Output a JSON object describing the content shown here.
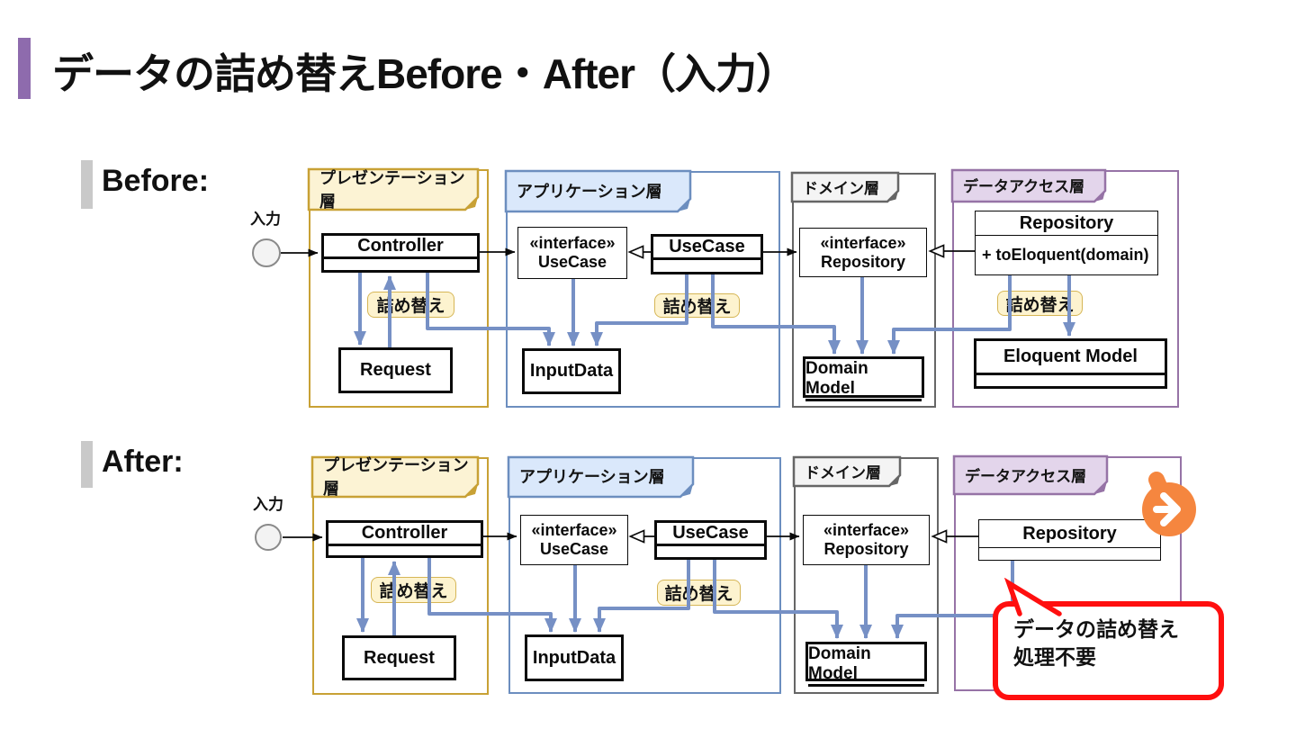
{
  "slide": {
    "title": "データの詰め替えBefore・After（入力）"
  },
  "sections": {
    "before_label": "Before:",
    "after_label": "After:"
  },
  "common": {
    "input_label": "入力",
    "repack_label": "詰め替え"
  },
  "layers": {
    "presentation": "プレゼンテーション層",
    "application": "アプリケーション層",
    "domain": "ドメイン層",
    "data_access": "データアクセス層"
  },
  "classes": {
    "controller": "Controller",
    "request": "Request",
    "interface_stereotype": "«interface»",
    "usecase": "UseCase",
    "inputdata": "InputData",
    "repository": "Repository",
    "domain_model": "Domain Model",
    "eloquent_model": "Eloquent Model",
    "to_eloquent_method": "+ toEloquent(domain)"
  },
  "callout": {
    "line1": "データの詰め替え",
    "line2": "処理不要"
  },
  "colors": {
    "accent_purple": "#8E6BAD",
    "presentation_border": "#C8A135",
    "presentation_tab_fill": "#FCF3D4",
    "application_border": "#6C8EBF",
    "application_tab_fill": "#DAE8FB",
    "domain_border": "#666666",
    "domain_tab_fill": "#F4F4F4",
    "data_access_border": "#9673A6",
    "data_access_tab_fill": "#E3D5EB",
    "flow_arrow_blue": "#7690C5",
    "note_fill": "#FDF3CF",
    "note_border": "#D6B656",
    "callout_red": "#FF0F0F",
    "next_icon_orange": "#F5863F"
  }
}
